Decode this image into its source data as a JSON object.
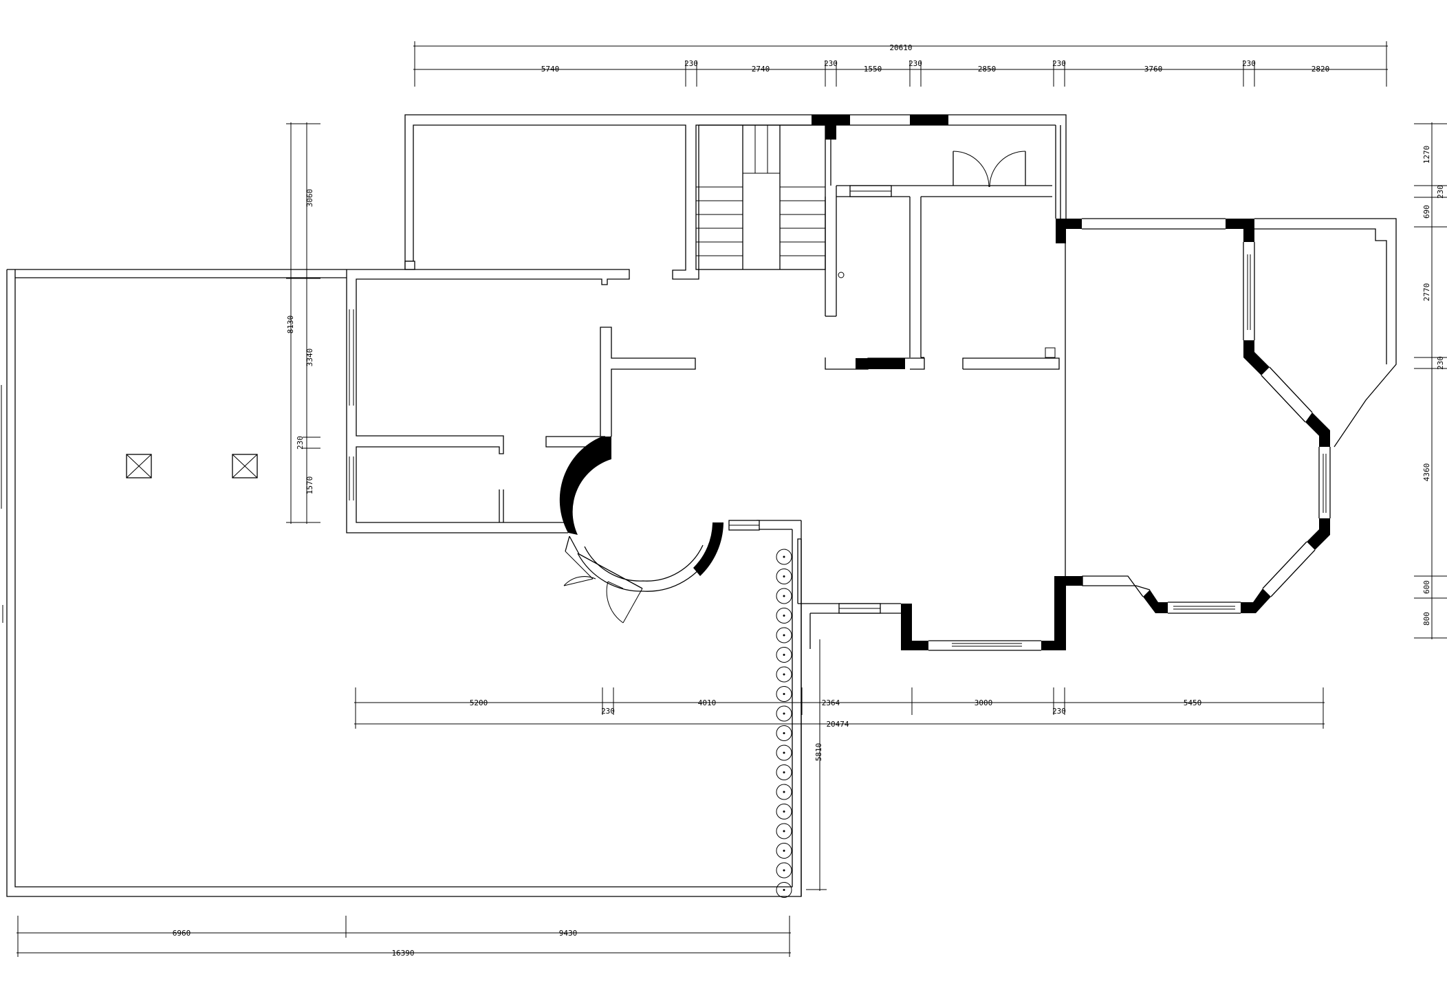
{
  "top_dimensions": {
    "overall": "20610",
    "segments": [
      "5740",
      "230",
      "2740",
      "230",
      "1550",
      "230",
      "2850",
      "230",
      "3760",
      "230",
      "2820"
    ]
  },
  "right_dimensions": [
    "1270",
    "230",
    "690",
    "2770",
    "230",
    "4360",
    "600",
    "800"
  ],
  "left_dimensions": {
    "overall": "8130",
    "segments": [
      "3060",
      "3340",
      "230",
      "1570"
    ]
  },
  "middle_dimensions": {
    "overall": "20474",
    "segments": [
      "5200",
      "230",
      "4010",
      "2364",
      "3000",
      "230",
      "5450"
    ],
    "vertical": "5810"
  },
  "bottom_dimensions": {
    "overall": "16390",
    "segments": [
      "6960",
      "9430"
    ]
  }
}
